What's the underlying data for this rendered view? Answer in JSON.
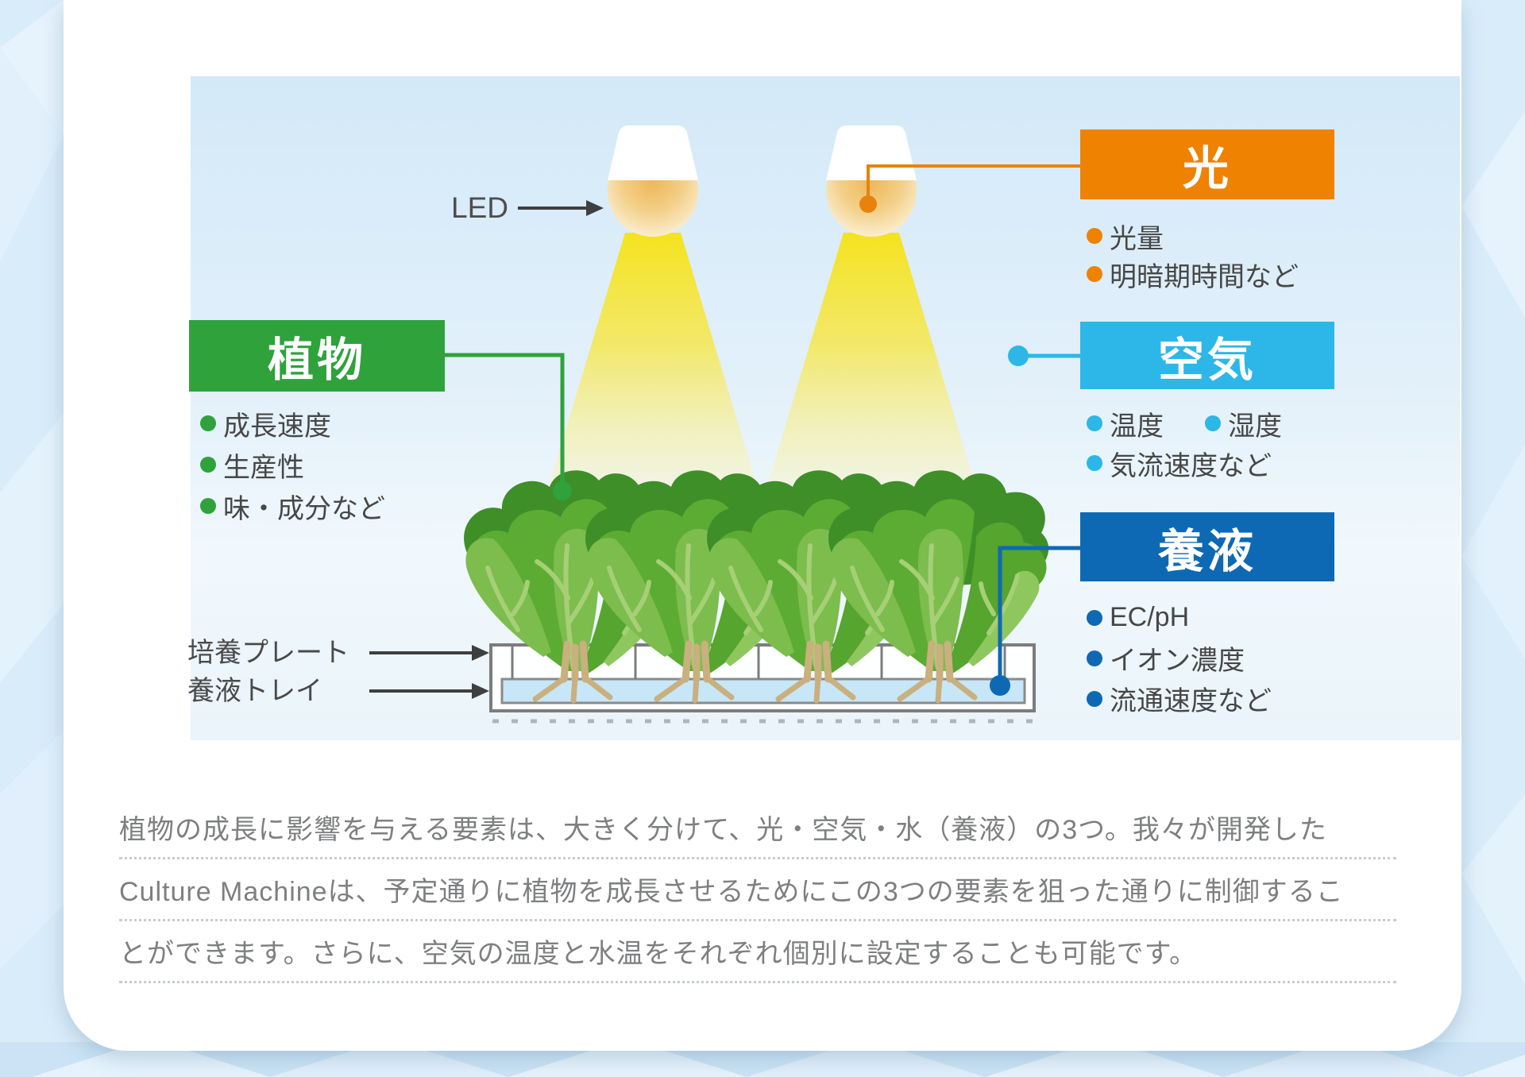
{
  "diagram": {
    "led_label": "LED",
    "sections": {
      "plant": {
        "title": "植物",
        "color": "#2FA23C",
        "items": [
          "成長速度",
          "生産性",
          "味・成分など"
        ]
      },
      "light": {
        "title": "光",
        "color": "#EF8200",
        "items": [
          "光量",
          "明暗期時間など"
        ]
      },
      "air": {
        "title": "空気",
        "color": "#2CB7E8",
        "items": [
          "温度",
          "湿度",
          "気流速度など"
        ]
      },
      "nutrient": {
        "title": "養液",
        "color": "#0E69B4",
        "items": [
          "EC/pH",
          "イオン濃度",
          "流通速度など"
        ]
      }
    },
    "equipment_labels": {
      "plate": "培養プレート",
      "tray": "養液トレイ"
    }
  },
  "paragraph": {
    "lines": [
      "植物の成長に影響を与える要素は、大きく分けて、光・空気・水（養液）の3つ。我々が開発した",
      "Culture Machineは、予定通りに植物を成長させるためにこの3つの要素を狙った通りに制御するこ",
      "とができます。さらに、空気の温度と水温をそれぞれ個別に設定することも可能です。"
    ]
  }
}
